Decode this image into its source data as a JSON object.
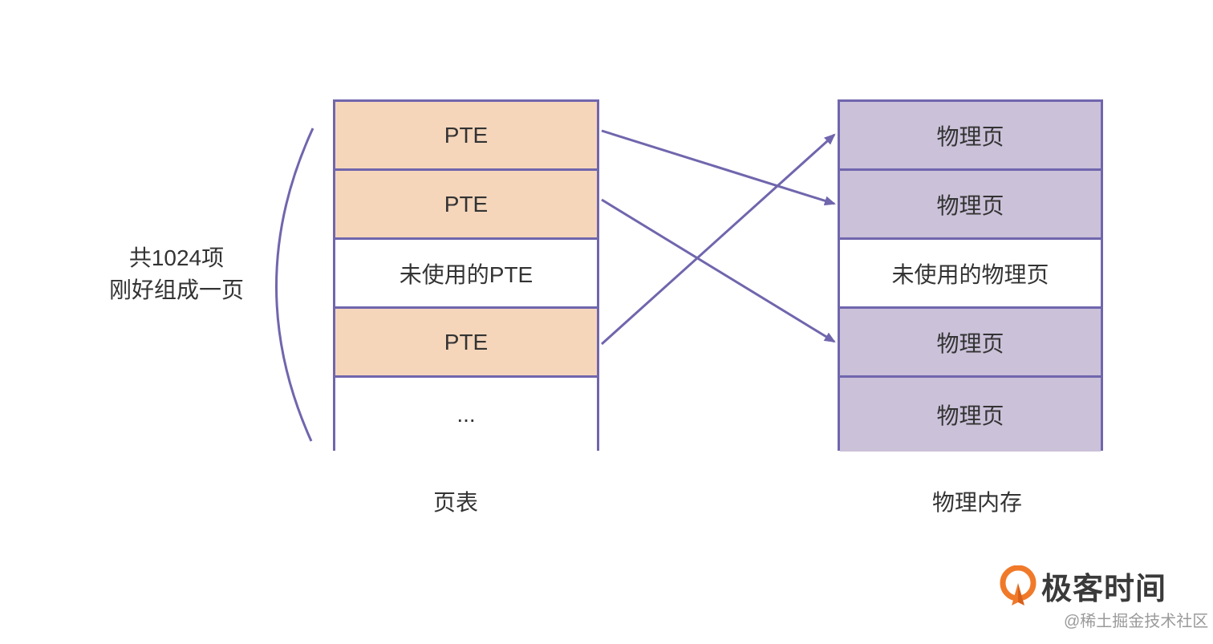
{
  "side_label": {
    "line1": "共1024项",
    "line2": "刚好组成一页"
  },
  "page_table": {
    "caption": "页表",
    "cells": [
      {
        "label": "PTE",
        "kind": "pte"
      },
      {
        "label": "PTE",
        "kind": "pte"
      },
      {
        "label": "未使用的PTE",
        "kind": "unused"
      },
      {
        "label": "PTE",
        "kind": "pte"
      },
      {
        "label": "...",
        "kind": "unused"
      }
    ]
  },
  "physical_memory": {
    "caption": "物理内存",
    "cells": [
      {
        "label": "物理页",
        "kind": "phys"
      },
      {
        "label": "物理页",
        "kind": "phys"
      },
      {
        "label": "未使用的物理页",
        "kind": "unused"
      },
      {
        "label": "物理页",
        "kind": "phys"
      },
      {
        "label": "物理页",
        "kind": "phys"
      }
    ]
  },
  "mappings": [
    {
      "from": 0,
      "to": 1
    },
    {
      "from": 1,
      "to": 3
    },
    {
      "from": 3,
      "to": 0
    }
  ],
  "colors": {
    "line": "#7066ad",
    "pte_fill": "#f5d6bb",
    "phys_fill": "#cbc1d9",
    "logo_orange": "#f07a2a"
  },
  "brand": {
    "name": "极客时间",
    "logo_icon": "geektime-logo-icon"
  },
  "source": "@稀土掘金技术社区"
}
